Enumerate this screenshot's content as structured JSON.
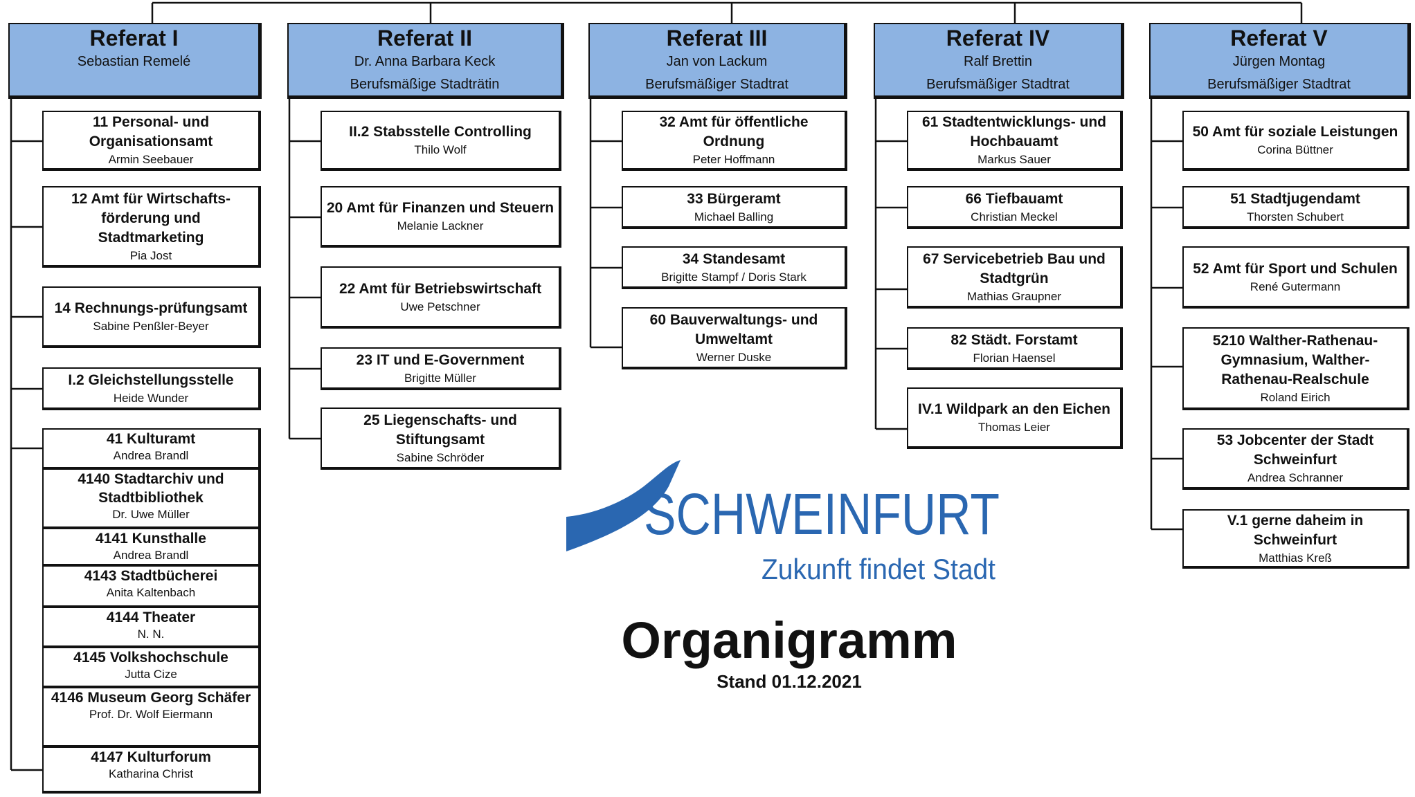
{
  "referate": [
    {
      "title": "Referat I",
      "name": "Sebastian Remelé",
      "role": "",
      "units": [
        {
          "title": "11 Personal- und Organisationsamt",
          "person": "Armin Seebauer"
        },
        {
          "title": "12 Amt für Wirtschafts-förderung und Stadtmarketing",
          "person": "Pia Jost"
        },
        {
          "title": "14 Rechnungs-prüfungsamt",
          "person": "Sabine Penßler-Beyer"
        },
        {
          "title": "I.2 Gleichstellungsstelle",
          "person": "Heide Wunder"
        }
      ],
      "group": [
        {
          "title": "41 Kulturamt",
          "person": "Andrea Brandl"
        },
        {
          "title": "4140 Stadtarchiv und Stadtbibliothek",
          "person": "Dr. Uwe Müller"
        },
        {
          "title": "4141 Kunsthalle",
          "person": "Andrea Brandl"
        },
        {
          "title": "4143 Stadtbücherei",
          "person": "Anita Kaltenbach"
        },
        {
          "title": "4144 Theater",
          "person": "N. N."
        },
        {
          "title": "4145 Volkshochschule",
          "person": "Jutta Cize"
        },
        {
          "title": "4146 Museum Georg Schäfer",
          "person": "Prof. Dr. Wolf Eiermann"
        },
        {
          "title": "4147 Kulturforum",
          "person": "Katharina Christ"
        }
      ]
    },
    {
      "title": "Referat II",
      "name": "Dr. Anna Barbara Keck",
      "role": "Berufsmäßige Stadträtin",
      "units": [
        {
          "title": "II.2 Stabsstelle Controlling",
          "person": "Thilo Wolf"
        },
        {
          "title": "20 Amt für Finanzen und Steuern",
          "person": "Melanie Lackner"
        },
        {
          "title": "22 Amt für Betriebswirtschaft",
          "person": "Uwe Petschner"
        },
        {
          "title": "23 IT und E-Government",
          "person": "Brigitte Müller"
        },
        {
          "title": "25 Liegenschafts- und Stiftungsamt",
          "person": "Sabine Schröder"
        }
      ]
    },
    {
      "title": "Referat III",
      "name": "Jan von Lackum",
      "role": "Berufsmäßiger Stadtrat",
      "units": [
        {
          "title": "32 Amt für öffentliche Ordnung",
          "person": "Peter Hoffmann"
        },
        {
          "title": "33 Bürgeramt",
          "person": "Michael Balling"
        },
        {
          "title": "34 Standesamt",
          "person": "Brigitte Stampf / Doris Stark"
        },
        {
          "title": "60 Bauverwaltungs- und Umweltamt",
          "person": "Werner Duske"
        }
      ]
    },
    {
      "title": "Referat IV",
      "name": "Ralf Brettin",
      "role": "Berufsmäßiger Stadtrat",
      "units": [
        {
          "title": "61 Stadtentwicklungs- und Hochbauamt",
          "person": "Markus Sauer"
        },
        {
          "title": "66 Tiefbauamt",
          "person": "Christian Meckel"
        },
        {
          "title": "67 Servicebetrieb Bau und Stadtgrün",
          "person": "Mathias Graupner"
        },
        {
          "title": "82 Städt. Forstamt",
          "person": "Florian Haensel"
        },
        {
          "title": "IV.1 Wildpark an den Eichen",
          "person": "Thomas Leier"
        }
      ]
    },
    {
      "title": "Referat V",
      "name": "Jürgen Montag",
      "role": "Berufsmäßiger Stadtrat",
      "units": [
        {
          "title": "50 Amt für soziale Leistungen",
          "person": "Corina Büttner"
        },
        {
          "title": "51 Stadtjugendamt",
          "person": "Thorsten Schubert"
        },
        {
          "title": "52 Amt für Sport und Schulen",
          "person": "René Gutermann"
        },
        {
          "title": "5210 Walther-Rathenau-Gymnasium, Walther-Rathenau-Realschule",
          "person": "Roland Eirich"
        },
        {
          "title": "53 Jobcenter der Stadt Schweinfurt",
          "person": "Andrea Schranner"
        },
        {
          "title": "V.1 gerne daheim in Schweinfurt",
          "person": "Matthias Kreß"
        }
      ]
    }
  ],
  "logo": {
    "name": "SCHWEINFURT",
    "tagline": "Zukunft findet Stadt",
    "color": "#2a67b1"
  },
  "footer": {
    "title": "Organigramm",
    "date": "Stand 01.12.2021"
  },
  "colors": {
    "referat_fill": "#8db3e2",
    "line": "#111111"
  }
}
